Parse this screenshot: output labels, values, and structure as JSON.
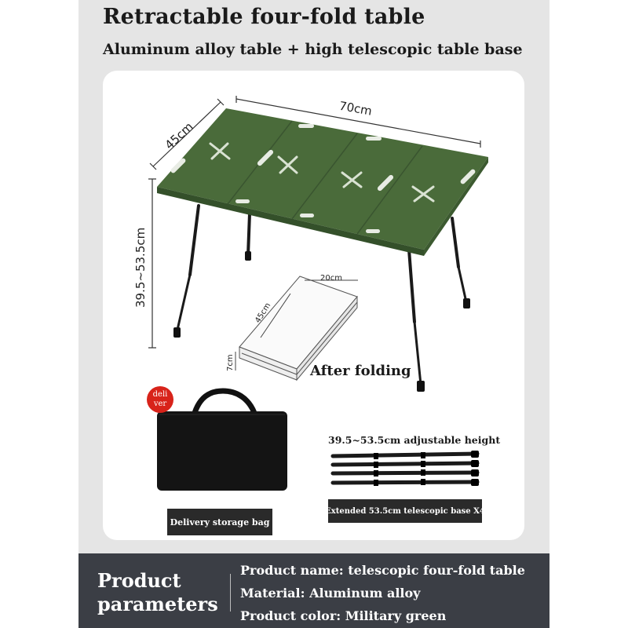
{
  "header": {
    "title": "Retractable four-fold table",
    "subtitle": "Aluminum alloy table + high telescopic table base"
  },
  "diagram": {
    "width_label": "70cm",
    "depth_label": "45cm",
    "height_label": "39.5~53.5cm",
    "folded_width_label": "20cm",
    "folded_depth_label": "45cm",
    "folded_thickness_label": "7cm",
    "after_folding": "After folding",
    "table_color": "#4a6b3a"
  },
  "bag": {
    "badge_line1": "deli",
    "badge_line2": "ver",
    "label": "Delivery storage bag"
  },
  "legs": {
    "adjustable_height": "39.5~53.5cm adjustable height",
    "label": "Extended 53.5cm telescopic base X4"
  },
  "parameters": {
    "title_line1": "Product",
    "title_line2": "parameters",
    "name": "Product name: telescopic four-fold table",
    "material": "Material: Aluminum alloy",
    "color": "Product color: Military green"
  }
}
